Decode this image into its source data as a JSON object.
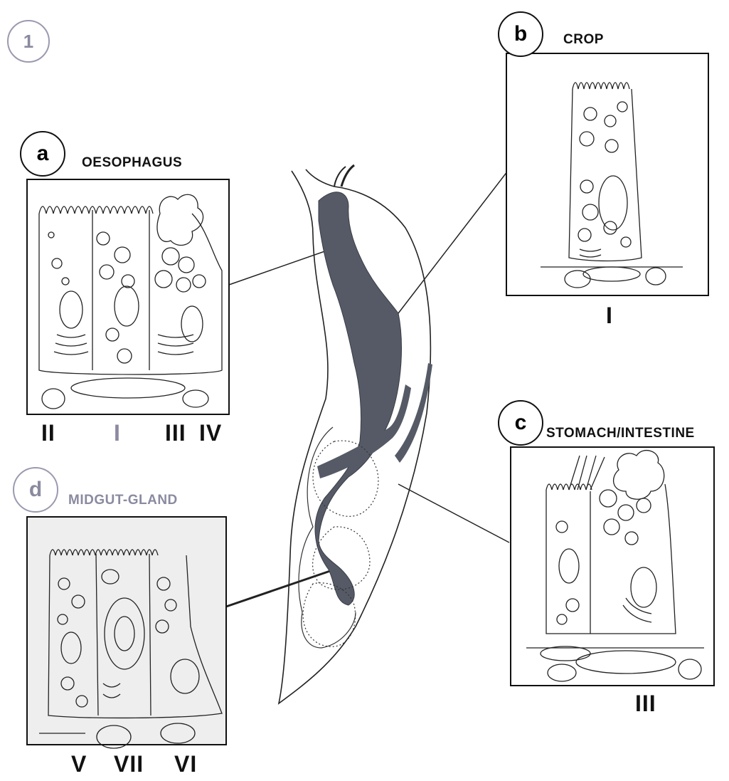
{
  "figure_number": "1",
  "panels": {
    "a": {
      "letter": "a",
      "title": "OESOPHAGUS",
      "cells": [
        "II",
        "I",
        "III",
        "IV"
      ]
    },
    "b": {
      "letter": "b",
      "title": "CROP",
      "cells": [
        "I"
      ]
    },
    "c": {
      "letter": "c",
      "title": "STOMACH/INTESTINE",
      "cells": [
        "III"
      ]
    },
    "d": {
      "letter": "d",
      "title": "MIDGUT-GLAND",
      "cells": [
        "V",
        "VII",
        "VI"
      ]
    }
  },
  "colors": {
    "ink": "#111111",
    "gut": "#555a66",
    "faded": "#8a8aa0"
  }
}
